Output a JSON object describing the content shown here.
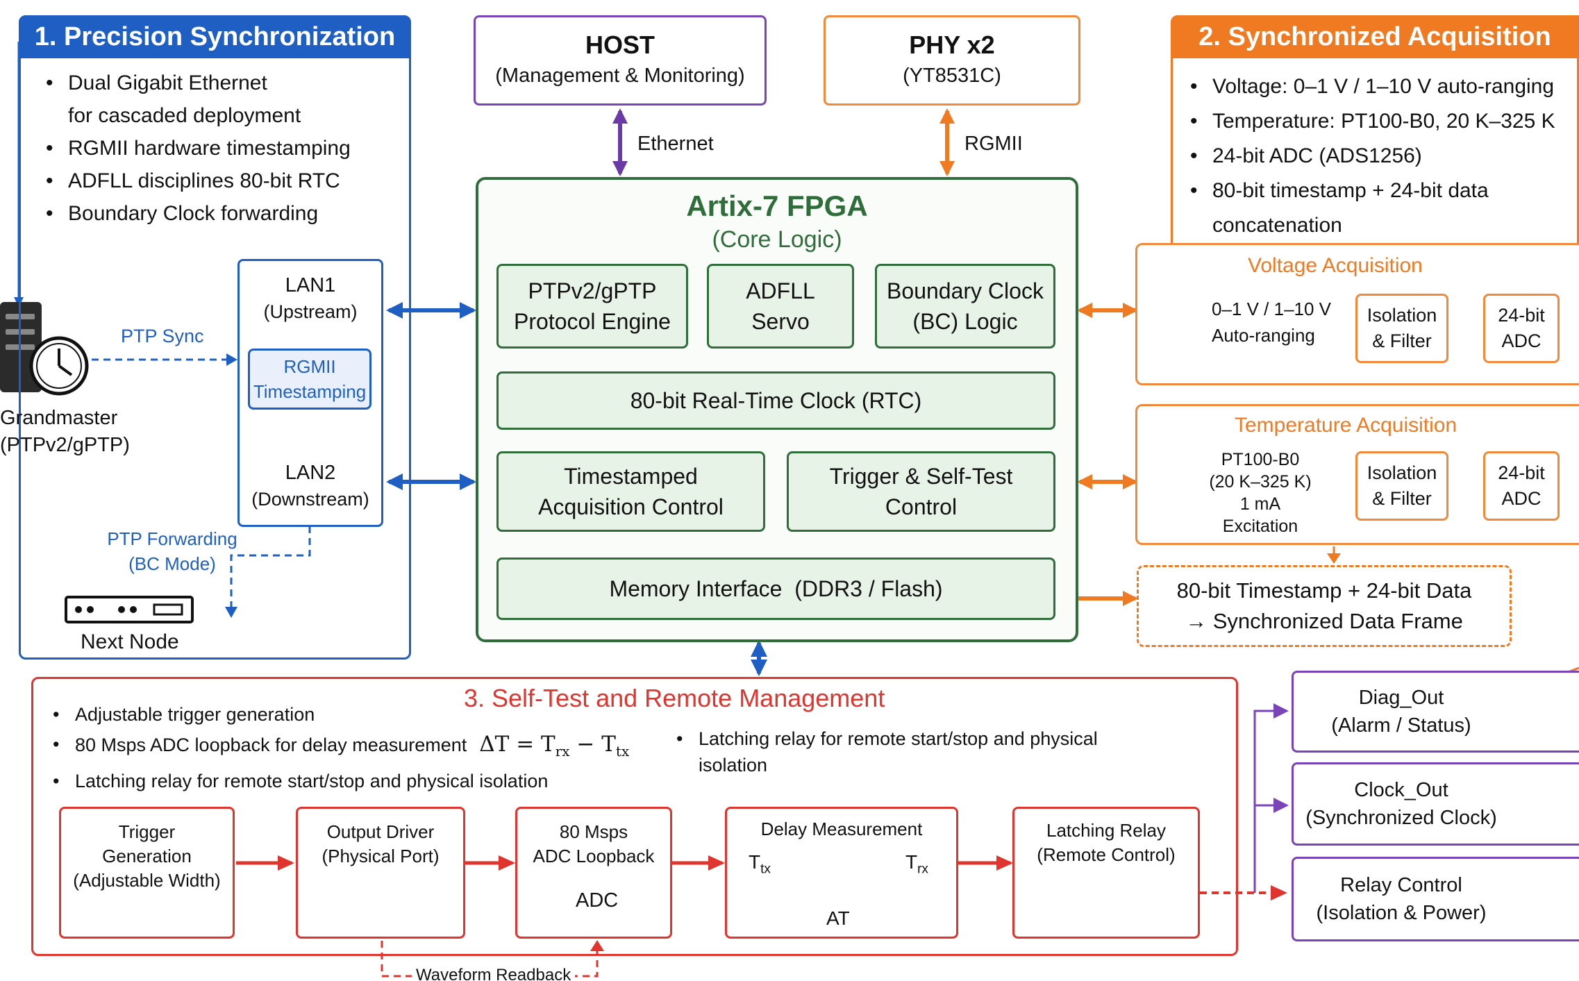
{
  "section1": {
    "title": "1. Precision Synchronization",
    "bullets": [
      "Dual Gigabit Ethernet",
      "for cascaded deployment",
      "RGMII hardware timestamping",
      "ADFLL disciplines 80-bit RTC",
      "Boundary Clock forwarding"
    ],
    "lan1": {
      "line1": "LAN1",
      "line2": "(Upstream)"
    },
    "rgmii": {
      "line1": "RGMII",
      "line2": "Timestamping"
    },
    "lan2": {
      "line1": "LAN2",
      "line2": "(Downstream)"
    },
    "ptp_sync": "PTP Sync",
    "grandmaster": {
      "line1": "Grandmaster",
      "line2": "(PTPv2/gPTP)"
    },
    "ptp_forwarding": {
      "line1": "PTP Forwarding",
      "line2": "(BC Mode)"
    },
    "next_node": "Next Node"
  },
  "host": {
    "title": "HOST",
    "subtitle": "(Management & Monitoring)",
    "link": "Ethernet"
  },
  "phy": {
    "title": "PHY x2",
    "subtitle": "(YT8531C)",
    "link": "RGMII"
  },
  "fpga": {
    "title": "Artix-7 FPGA",
    "subtitle": "(Core Logic)",
    "blocks": {
      "ptp": {
        "line1": "PTPv2/gPTP",
        "line2": "Protocol Engine"
      },
      "adfll": {
        "line1": "ADFLL",
        "line2": "Servo"
      },
      "bc": {
        "line1": "Boundary Clock",
        "line2": "(BC) Logic"
      },
      "rtc": "80-bit Real-Time Clock (RTC)",
      "acq": {
        "line1": "Timestamped",
        "line2": "Acquisition Control"
      },
      "trig": {
        "line1": "Trigger & Self-Test",
        "line2": "Control"
      },
      "mem": "Memory Interface  (DDR3 / Flash)"
    }
  },
  "section2": {
    "title": "2. Synchronized Acquisition",
    "bullets": [
      "Voltage:  0–1 V / 1–10 V auto-ranging",
      "Temperature: PT100-B0,  20 K–325 K",
      "24-bit ADC (ADS1256)",
      "80-bit timestamp + 24-bit data",
      "concatenation"
    ],
    "voltage": {
      "title": "Voltage Acquisition",
      "range1": "0–1 V / 1–10 V",
      "range2": "Auto-ranging",
      "iso1": "Isolation",
      "iso2": "& Filter",
      "adc1": "24-bit",
      "adc2": "ADC"
    },
    "temperature": {
      "title": "Temperature Acquisition",
      "s1": "PT100-B0",
      "s2": "(20 K–325 K)",
      "s3": "1 mA",
      "s4": "Excitation",
      "iso1": "Isolation",
      "iso2": "& Filter",
      "adc1": "24-bit",
      "adc2": "ADC"
    },
    "frame": {
      "line1": "80-bit Timestamp + 24-bit Data",
      "line2": "→ Synchronized Data Frame"
    }
  },
  "section3": {
    "title": "3. Self-Test and Remote Management",
    "bullets": [
      "Adjustable trigger generation",
      "80 Msps ADC loopback for delay measurement",
      "Latching relay for remote start/stop and physical isolation"
    ],
    "formula": "ΔT = T",
    "formula_rx": "rx",
    "formula_mid": " − T",
    "formula_tx": "tx",
    "side_bullet": {
      "line1": "Latching relay for remote start/stop and physical",
      "line2": "isolation"
    },
    "trigger": {
      "line1": "Trigger",
      "line2": "Generation",
      "line3": "(Adjustable Width)"
    },
    "driver": {
      "line1": "Output Driver",
      "line2": "(Physical Port)"
    },
    "loopback": {
      "line1": "80 Msps",
      "line2": "ADC Loopback",
      "adc": "ADC"
    },
    "delay": {
      "title": "Delay Measurement",
      "ttx": "T",
      "ttx_sub": "tx",
      "trx": "T",
      "trx_sub": "rx",
      "at": "AT"
    },
    "relay": {
      "line1": "Latching Relay",
      "line2": "(Remote Control)"
    },
    "readback": "Waveform Readback"
  },
  "outputs": {
    "diag": {
      "line1": "Diag_Out",
      "line2": "(Alarm / Status)"
    },
    "clock": {
      "line1": "Clock_Out",
      "line2": "(Synchronized Clock)"
    },
    "relay": {
      "line1": "Relay Control",
      "line2": "(Isolation & Power)"
    }
  },
  "colors": {
    "blue": "#1f5fc4",
    "orange": "#f07a22",
    "red": "#e0342f",
    "purple": "#7a44b8",
    "green": "#2f6e3a"
  }
}
